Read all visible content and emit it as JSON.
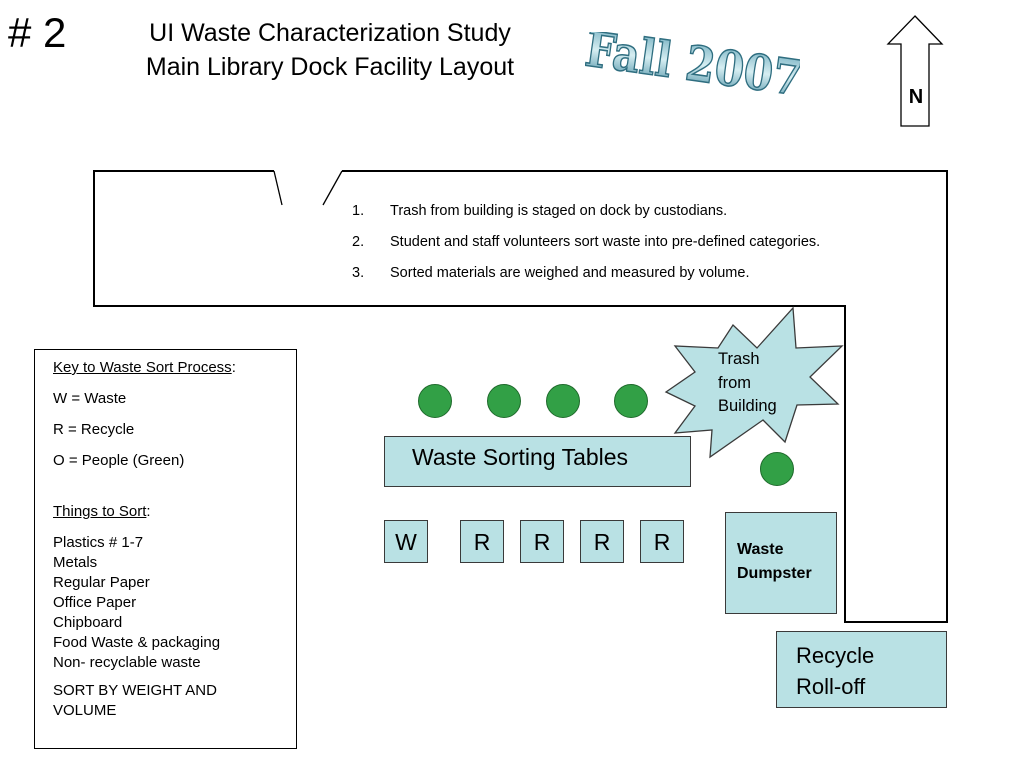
{
  "slide_number": "# 2",
  "title": {
    "line1": "UI Waste Characterization Study",
    "line2": "Main Library Dock Facility Layout"
  },
  "season_wordart": "Fall 2007",
  "north_label": "N",
  "process_steps": [
    {
      "num": "1.",
      "text": "Trash from building is staged on dock by custodians."
    },
    {
      "num": "2.",
      "text": "Student and staff volunteers sort waste into pre-defined categories."
    },
    {
      "num": "3.",
      "text": "Sorted materials are weighed and measured by volume."
    }
  ],
  "key": {
    "heading": "Key to Waste Sort Process",
    "heading_suffix": ":",
    "entries": [
      "W = Waste",
      "R =  Recycle",
      "O =  People (Green)"
    ],
    "things_heading": "Things to Sort",
    "things_suffix": ":",
    "things": [
      "Plastics # 1-7",
      "Metals",
      "Regular Paper",
      "Office Paper",
      "Chipboard",
      "Food Waste & packaging",
      "Non- recyclable waste"
    ],
    "footer": "SORT BY WEIGHT AND VOLUME"
  },
  "sorting_tables_label": "Waste Sorting Tables",
  "bins": [
    "W",
    "R",
    "R",
    "R",
    "R"
  ],
  "dumpster_label": [
    "Waste",
    "Dumpster"
  ],
  "recycle_label": [
    "Recycle",
    "Roll-off"
  ],
  "trash_source_label": [
    "Trash",
    "from",
    "Building"
  ],
  "colors": {
    "box_fill": "#b9e1e4",
    "people_green": "#32a046",
    "wordart_fill": "#8fc4cf"
  }
}
